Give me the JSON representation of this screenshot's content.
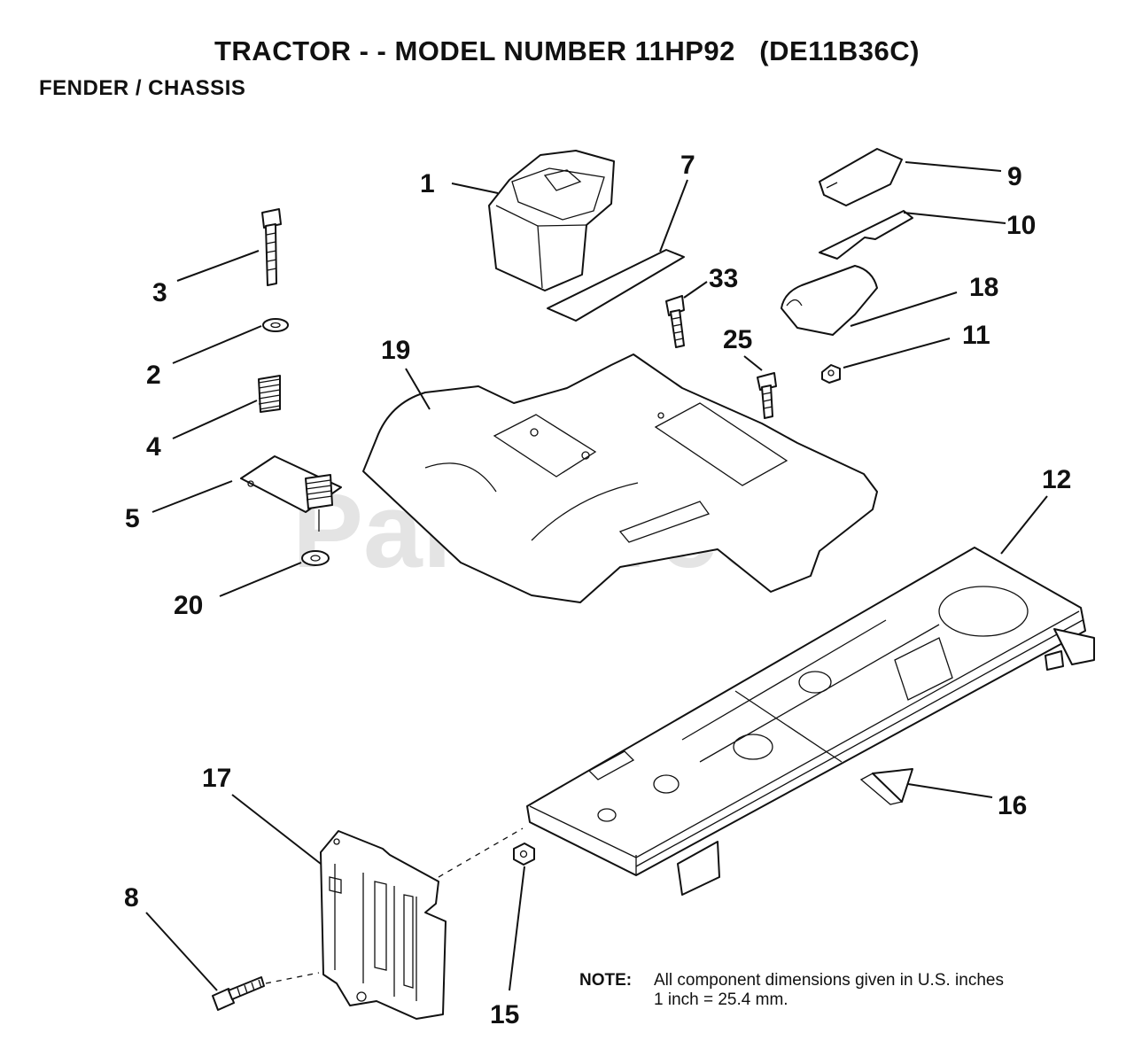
{
  "header": {
    "title": "TRACTOR - - MODEL NUMBER 11HP92   (DE11B36C)",
    "subtitle": "FENDER / CHASSIS"
  },
  "watermark": {
    "text": "PartsTree",
    "trademark": "TM"
  },
  "note": {
    "label": "NOTE:",
    "line1": "All component dimensions given in U.S. inches",
    "line2": "1 inch = 25.4 mm."
  },
  "callouts": {
    "c1": "1",
    "c7": "7",
    "c9": "9",
    "c10": "10",
    "c3": "3",
    "c33": "33",
    "c18": "18",
    "c25": "25",
    "c11": "11",
    "c2": "2",
    "c19": "19",
    "c4": "4",
    "c12": "12",
    "c5": "5",
    "c20": "20",
    "c17": "17",
    "c16": "16",
    "c8": "8",
    "c15": "15"
  }
}
